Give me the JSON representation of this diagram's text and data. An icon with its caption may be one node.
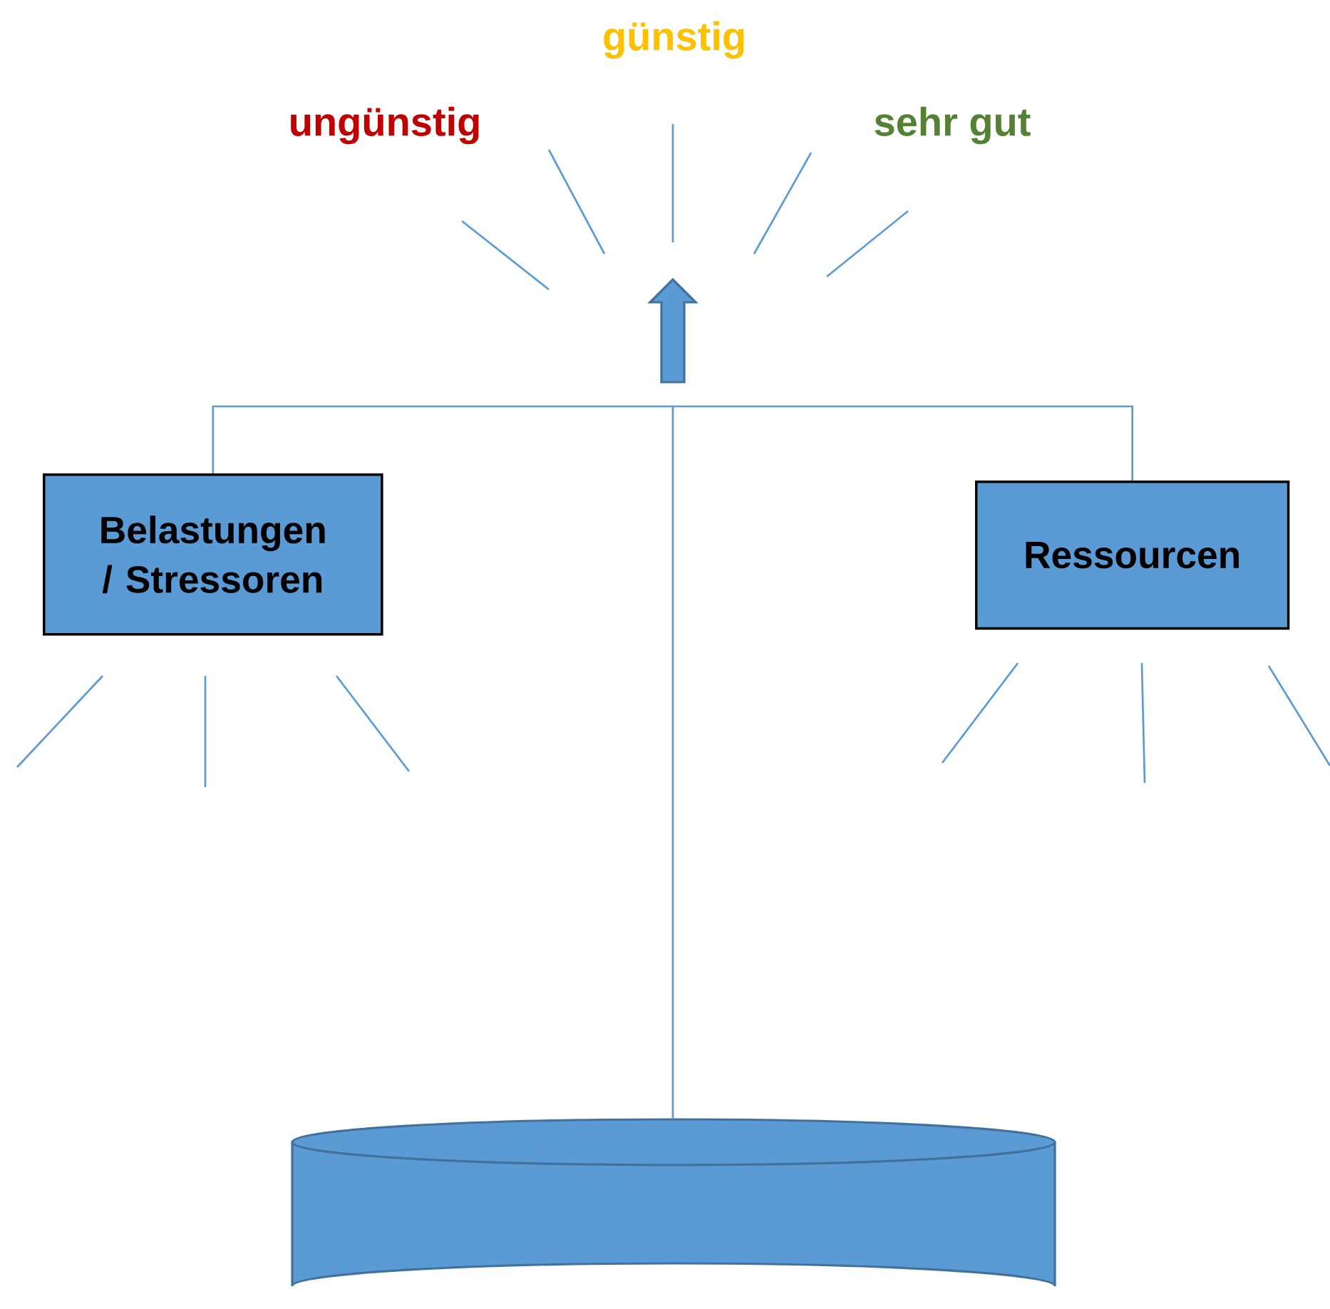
{
  "diagram": {
    "nodes": [
      {
        "text": [
          "Belastungen / Stressoren"
        ]
      },
      {
        "text": [
          "Ressourcen"
        ]
      },
      {
        "text": [],
        "shape": "cylinder"
      }
    ],
    "edges": [
      {
        "from": 0,
        "to": 1,
        "arrow": "none"
      },
      {
        "from": null,
        "to": 2,
        "arrow": "none"
      }
    ],
    "labels": [
      "ungünstig",
      "günstig",
      "sehr gut"
    ]
  }
}
